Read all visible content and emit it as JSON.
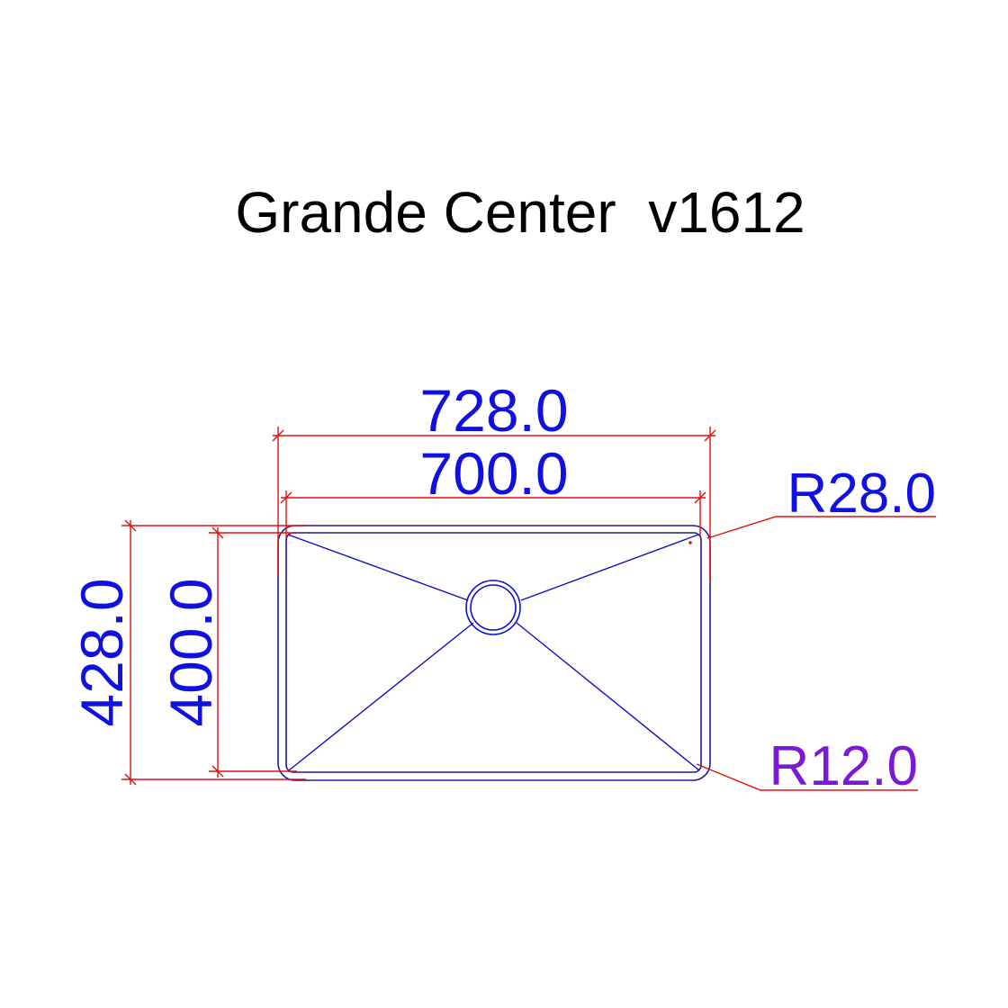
{
  "title": "Grande Center  v1612",
  "dimensions": {
    "outer_width": "728.0",
    "inner_width": "700.0",
    "outer_height": "428.0",
    "inner_height": "400.0",
    "outer_radius": "R28.0",
    "inner_radius": "R12.0"
  },
  "colors": {
    "title": "#000000",
    "dimension_text": "#1010e0",
    "dimension_lines": "#e01010",
    "sink_lines": "#1a1aa0",
    "drain_lines": "#1010c8",
    "inner_radius_text": "#7a1ad6"
  }
}
